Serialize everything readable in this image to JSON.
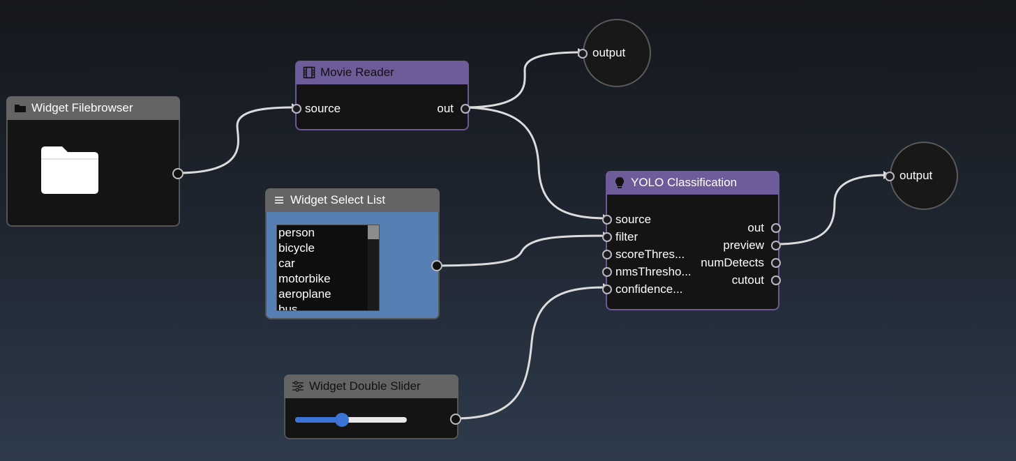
{
  "nodes": {
    "filebrowser": {
      "title": "Widget Filebrowser",
      "icon": "folder-icon"
    },
    "movie_reader": {
      "title": "Movie Reader",
      "icon": "film-icon",
      "inputs": [
        "source"
      ],
      "outputs": [
        "out"
      ]
    },
    "select_list": {
      "title": "Widget Select List",
      "icon": "list-icon",
      "options": [
        "person",
        "bicycle",
        "car",
        "motorbike",
        "aeroplane",
        "bus"
      ]
    },
    "yolo": {
      "title": "YOLO Classification",
      "icon": "lightbulb-icon",
      "inputs": [
        "source",
        "filter",
        "scoreThres...",
        "nmsThresho...",
        "confidence..."
      ],
      "outputs": [
        "out",
        "preview",
        "numDetects",
        "cutout"
      ]
    },
    "double_slider": {
      "title": "Widget Double Slider",
      "icon": "sliders-icon",
      "value_fraction": 0.42
    },
    "output_1": {
      "label": "output"
    },
    "output_2": {
      "label": "output"
    }
  },
  "colors": {
    "widget_header": "#646464",
    "processor_header": "#6e5b99",
    "select_body": "#5680b3",
    "slider_accent": "#3b74d6",
    "wire": "#dcdcdc"
  }
}
